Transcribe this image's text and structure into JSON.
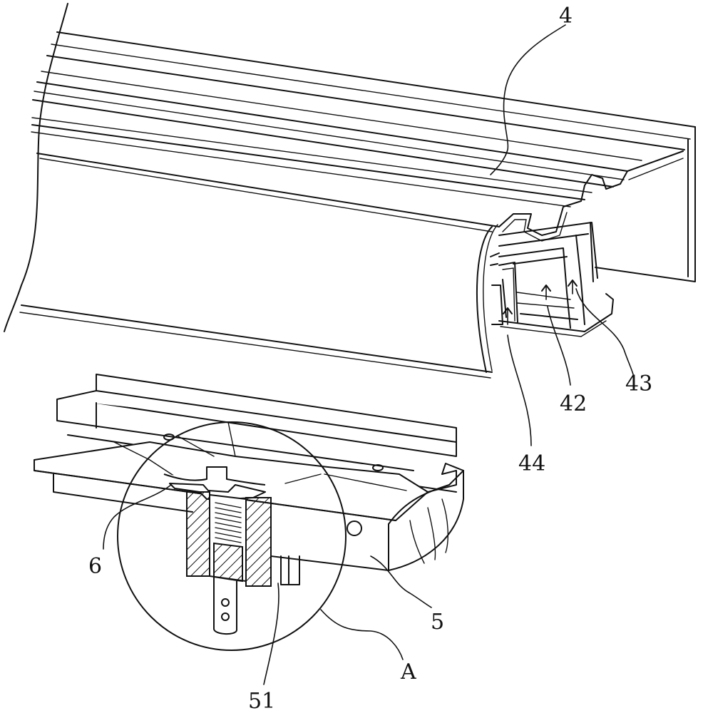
{
  "labels": {
    "rail": "4",
    "channel_42": "42",
    "channel_43": "43",
    "channel_44": "44",
    "slider": "5",
    "clip": "6",
    "detail_view": "A",
    "pin": "51"
  },
  "colors": {
    "line": "#111111",
    "background": "#ffffff"
  }
}
